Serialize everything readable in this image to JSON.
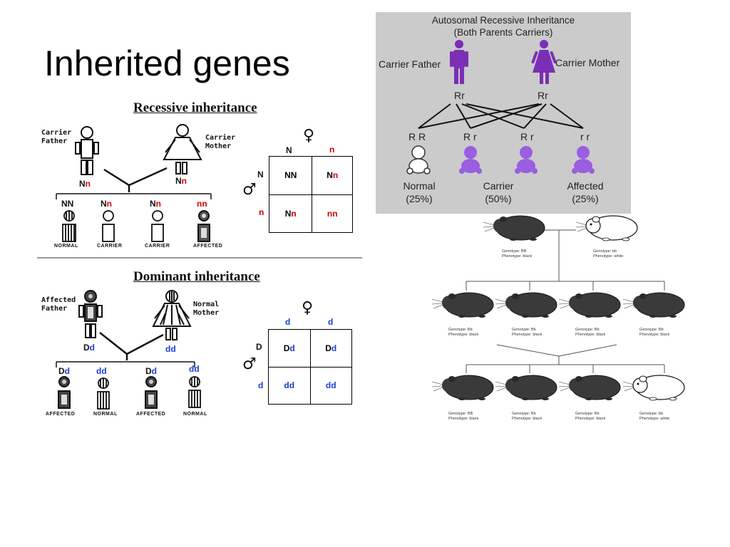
{
  "slide": {
    "title": "Inherited genes"
  },
  "recessive": {
    "title": "Recessive inheritance",
    "father_label": [
      "Carrier",
      "Father"
    ],
    "mother_label": [
      "Carrier",
      "Mother"
    ],
    "father_genotype": [
      "N",
      "n"
    ],
    "mother_genotype": [
      "N",
      "n"
    ],
    "children": [
      {
        "genotype": [
          "NN",
          ""
        ],
        "status": "NORMAL"
      },
      {
        "genotype": [
          "N",
          "n"
        ],
        "status": "CARRIER"
      },
      {
        "genotype": [
          "N",
          "n"
        ],
        "status": "CARRIER"
      },
      {
        "genotype": [
          "",
          "nn"
        ],
        "status": "AFFECTED"
      }
    ],
    "punnett": {
      "female_symbol": "♀",
      "male_symbol": "♂",
      "col_headers": [
        "N",
        "n"
      ],
      "row_headers": [
        "N",
        "n"
      ],
      "cells": [
        [
          "NN",
          "Nn"
        ],
        [
          "Nn",
          "nn"
        ]
      ]
    }
  },
  "dominant": {
    "title": "Dominant inheritance",
    "father_label": [
      "Affected",
      "Father"
    ],
    "mother_label": [
      "Normal",
      "Mother"
    ],
    "father_genotype": [
      "D",
      "d"
    ],
    "mother_genotype": "dd",
    "children": [
      {
        "genotype": [
          "D",
          "d"
        ],
        "status": "AFFECTED"
      },
      {
        "genotype": [
          "",
          "dd"
        ],
        "status": "NORMAL"
      },
      {
        "genotype": [
          "D",
          "d"
        ],
        "status": "AFFECTED"
      },
      {
        "genotype": [
          "",
          "dd"
        ],
        "status": "NORMAL"
      }
    ],
    "punnett": {
      "female_symbol": "♀",
      "male_symbol": "♂",
      "col_headers": [
        "d",
        "d"
      ],
      "row_headers": [
        "D",
        "d"
      ],
      "cells": [
        [
          "Dd",
          "Dd"
        ],
        [
          "dd",
          "dd"
        ]
      ]
    }
  },
  "autosomal": {
    "title_line1": "Autosomal Recessive Inheritance",
    "title_line2": "(Both Parents Carriers)",
    "father_label": "Carrier Father",
    "mother_label": "Carrier Mother",
    "father_genotype": "Rr",
    "mother_genotype": "Rr",
    "offspring_genotypes": [
      "R R",
      "R r",
      "R r",
      "r r"
    ],
    "outcomes": [
      {
        "label": "Normal",
        "percent": "(25%)"
      },
      {
        "label": "Carrier",
        "percent": "(50%)"
      },
      {
        "label": "Affected",
        "percent": "(25%)"
      }
    ],
    "colors": {
      "purple": "#7a2fb5",
      "light_purple": "#9a5ee0",
      "bg": "#cbcbcb"
    }
  },
  "guinea_pigs": {
    "parents": [
      {
        "genotype": "Genotype: BB",
        "phenotype": "Phenotype: black",
        "color": "black"
      },
      {
        "genotype": "Genotype: bb",
        "phenotype": "Phenotype: white",
        "color": "white"
      }
    ],
    "f1": [
      {
        "genotype": "Genotype: Bb",
        "phenotype": "Phenotype: black",
        "color": "black"
      },
      {
        "genotype": "Genotype: Bb",
        "phenotype": "Phenotype: black",
        "color": "black"
      },
      {
        "genotype": "Genotype: Bb",
        "phenotype": "Phenotype: black",
        "color": "black"
      },
      {
        "genotype": "Genotype: Bb",
        "phenotype": "Phenotype: black",
        "color": "black"
      }
    ],
    "f2": [
      {
        "genotype": "Genotype: BB",
        "phenotype": "Phenotype: black",
        "color": "black"
      },
      {
        "genotype": "Genotype: Bb",
        "phenotype": "Phenotype: black",
        "color": "black"
      },
      {
        "genotype": "Genotype: Bb",
        "phenotype": "Phenotype: black",
        "color": "black"
      },
      {
        "genotype": "Genotype: bb",
        "phenotype": "Phenotype: white",
        "color": "white"
      }
    ]
  }
}
